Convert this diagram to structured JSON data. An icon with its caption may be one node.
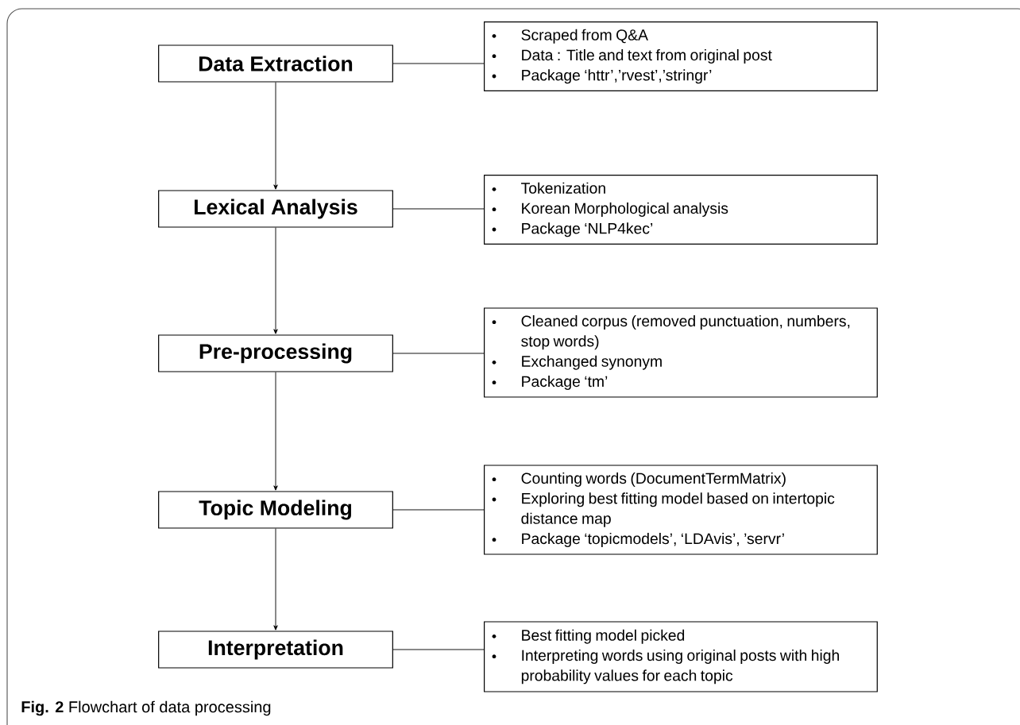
{
  "diagram": {
    "caption": "**Fig. 2** Flowchart of data processing",
    "nodes": [
      {
        "text": [
          "Data Extraction"
        ]
      },
      {
        "text": [
          "Lexical Analysis"
        ]
      },
      {
        "text": [
          "Pre-processing"
        ]
      },
      {
        "text": [
          "Topic Modeling"
        ]
      },
      {
        "text": [
          "Interpretation"
        ]
      },
      {
        "text": [
          "Scraped from Q&A",
          "Data : Title and text from original post",
          "Package ‘httr’,’rvest’,’stringr’"
        ]
      },
      {
        "text": [
          "Tokenization",
          "Korean Morphological analysis",
          "Package ‘NLP4kec’"
        ]
      },
      {
        "text": [
          "Cleaned corpus (removed punctuation, numbers, stop words)",
          "Exchanged synonym",
          "Package ‘tm’"
        ]
      },
      {
        "text": [
          "Counting words (DocumentTermMatrix)",
          "Exploring best fitting model based on intertopic distance map",
          "Package ‘topicmodels’, ‘LDAvis’, ’servr’"
        ]
      },
      {
        "text": [
          "Best fitting model picked",
          "Interpreting words using original posts with high probability values for each topic"
        ]
      }
    ],
    "edges": [
      {
        "from": 0,
        "to": 1,
        "arrow": "to"
      },
      {
        "from": 1,
        "to": 2,
        "arrow": "to"
      },
      {
        "from": 2,
        "to": 3,
        "arrow": "to"
      },
      {
        "from": 3,
        "to": 4,
        "arrow": "to"
      },
      {
        "from": 0,
        "to": 5,
        "arrow": "none"
      },
      {
        "from": 1,
        "to": 6,
        "arrow": "none"
      },
      {
        "from": 2,
        "to": 7,
        "arrow": "none"
      },
      {
        "from": 3,
        "to": 8,
        "arrow": "none"
      },
      {
        "from": 4,
        "to": 9,
        "arrow": "none"
      }
    ]
  }
}
